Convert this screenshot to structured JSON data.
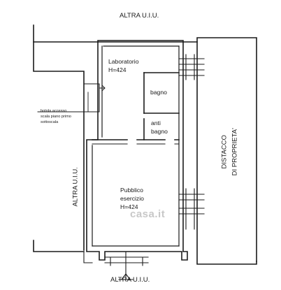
{
  "labels": {
    "altra_top": "ALTRA U.I.U.",
    "altra_left": "ALTRA U.I.U.",
    "altra_bottom": "ALTRA U.I.U.",
    "laboratorio": "Laboratorio",
    "laboratorio_h": "H=424",
    "bagno": "bagno",
    "anti": "anti",
    "anti_bagno": "bagno",
    "pubblico": "Pubblico",
    "esercizio": "esercizio",
    "pubblico_h": "H=424",
    "botola_1": "botola accesso",
    "botola_2": "scala piano primo",
    "botola_3": "sottoscala",
    "distacco_1": "DISTACCO",
    "distacco_2": "DI PROPRIETA'"
  },
  "watermark": "casa.it"
}
